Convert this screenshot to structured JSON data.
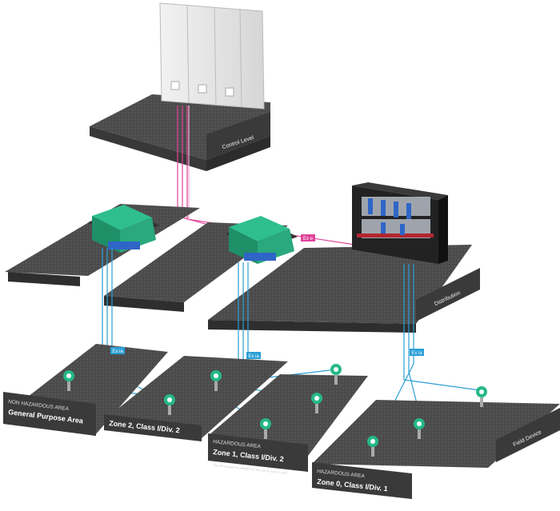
{
  "levels": {
    "control": "Control Level",
    "distribution": "Distribution",
    "field": "Field Device"
  },
  "tags": {
    "ex_ia_1": "Ex ia",
    "ex_ia_2": "Ex ia",
    "ex_ia_3": "Ex ia",
    "ex_e": "Ex e"
  },
  "zones": {
    "general": {
      "caption": "NON HAZARDOUS AREA",
      "title": "General Purpose Area"
    },
    "zone2": {
      "title": "Zone 2, Class I/Div. 2"
    },
    "zone1": {
      "caption": "HAZARDOUS AREA",
      "title": "Zone 1, Class I/Div. 2"
    },
    "zone0": {
      "caption": "HAZARDOUS AREA",
      "title": "Zone 0, Class I/Div. 1"
    }
  },
  "footnote": "The FB-System is certified for the use in Zone 1 only",
  "colors": {
    "platform": "#4a4a4a",
    "platform_edge": "#2c2c2c",
    "label_bg": "#3a3a3a",
    "pink_cable": "#e0449a",
    "blue_cable": "#2a9fd6",
    "module_green": "#2fbf8f",
    "device_green": "#25b888"
  }
}
